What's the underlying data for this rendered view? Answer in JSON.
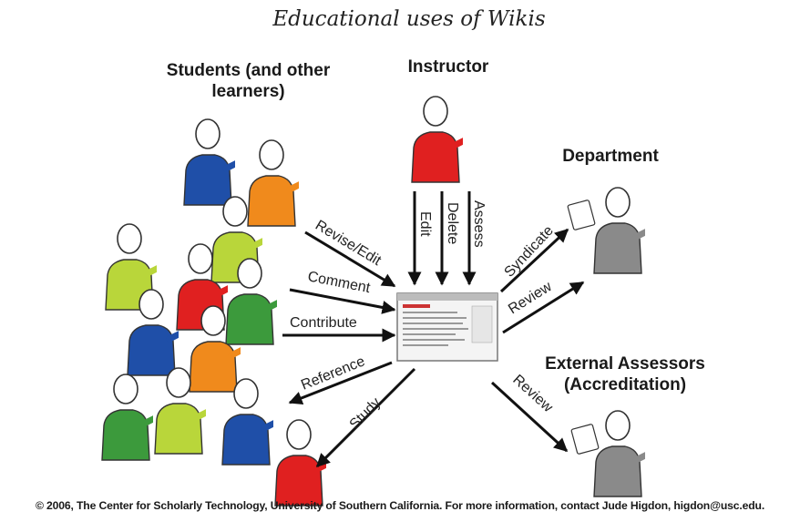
{
  "title": "Educational uses of Wikis",
  "groups": {
    "students": "Students (and other learners)",
    "instructor": "Instructor",
    "department": "Department",
    "external": "External Assessors (Accreditation)"
  },
  "actions": {
    "revise_edit": "Revise/Edit",
    "comment": "Comment",
    "contribute": "Contribute",
    "reference": "Reference",
    "study": "Study",
    "edit": "Edit",
    "delete": "Delete",
    "assess": "Assess",
    "syndicate": "Syndicate",
    "review_department": "Review",
    "review_external": "Review"
  },
  "footer": "© 2006, The Center for Scholarly Technology, University of Southern California. For more information, contact Jude Higdon, higdon@usc.edu.",
  "colors": {
    "blue": "#1f4fa8",
    "orange": "#f08a1c",
    "lime": "#b9d63a",
    "red": "#e02020",
    "green": "#3c9a3c",
    "gray": "#8a8a8a",
    "arrow": "#111111"
  }
}
